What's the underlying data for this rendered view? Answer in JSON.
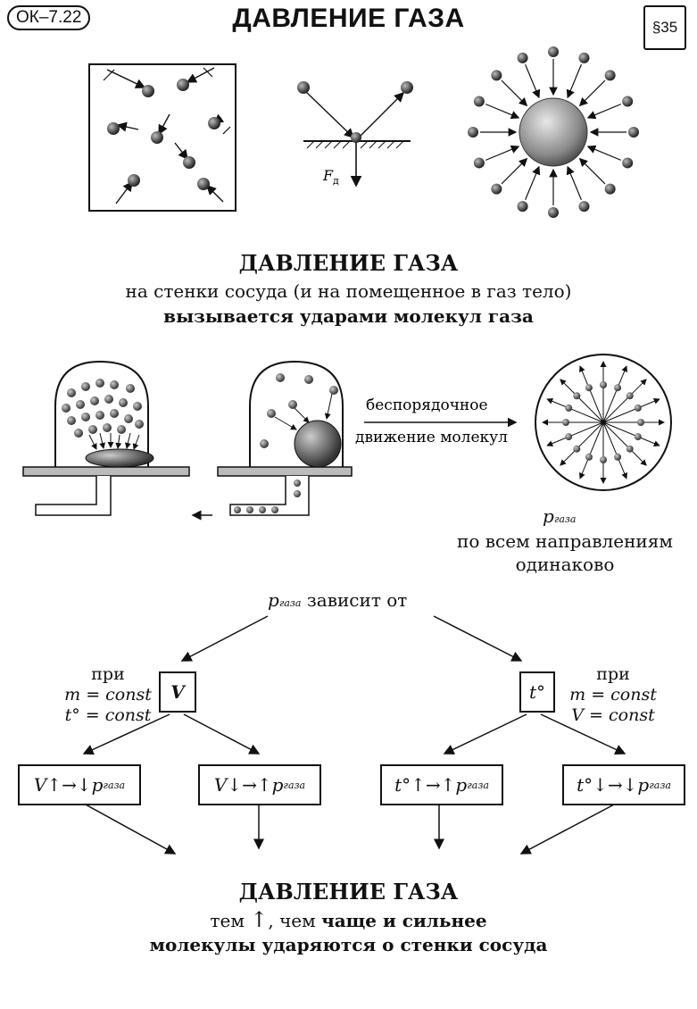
{
  "header": {
    "badge": "ОК–7.22",
    "title": "ДАВЛЕНИЕ ГАЗА",
    "paragraph": "§35"
  },
  "figures": {
    "force_label": "F",
    "force_subscript": "д"
  },
  "definition": {
    "heading": "ДАВЛЕНИЕ ГАЗА",
    "line1": "на стенки сосуда (и на помещенное в газ тело)",
    "line2": "вызывается ударами молекул газа"
  },
  "experiment": {
    "label_line1": "беспорядочное",
    "label_line2": "движение молекул",
    "pressure_symbol": "p",
    "pressure_sub": "газа",
    "note_line1": "по всем направлениям",
    "note_line2": "одинаково"
  },
  "dependence": {
    "p_symbol": "p",
    "p_sub": "газа",
    "depends_text": "зависит от",
    "left_cond": [
      "при",
      "m = const",
      "t° = const"
    ],
    "right_cond": [
      "при",
      "m = const",
      "V = const"
    ],
    "left_var": "V",
    "right_var": "t°",
    "results": [
      {
        "lhs": "V↑→↓p",
        "sub": "газа"
      },
      {
        "lhs": "V↓→↑p",
        "sub": "газа"
      },
      {
        "lhs": "t°↑→↑p",
        "sub": "газа"
      },
      {
        "lhs": "t°↓→↓p",
        "sub": "газа"
      }
    ]
  },
  "conclusion": {
    "heading": "ДАВЛЕНИЕ ГАЗА",
    "line1_a": "тем",
    "line1_arrow": "↑",
    "line1_b": ", чем",
    "line1_c": "чаще и сильнее",
    "line2": "молекулы ударяются о стенки сосуда"
  }
}
